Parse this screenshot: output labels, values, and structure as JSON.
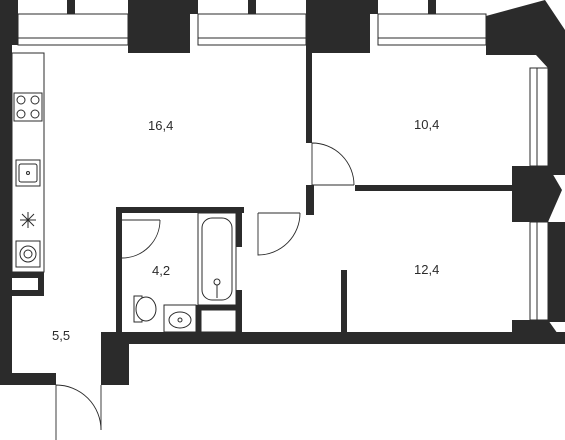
{
  "plan": {
    "rooms": [
      {
        "id": "living-kitchen",
        "area": "16,4"
      },
      {
        "id": "bedroom-top",
        "area": "10,4"
      },
      {
        "id": "bedroom-bottom",
        "area": "12,4"
      },
      {
        "id": "bathroom",
        "area": "4,2"
      },
      {
        "id": "hallway",
        "area": "5,5"
      }
    ],
    "colors": {
      "wall": "#2b2b2b",
      "background": "#ffffff"
    },
    "icons": [
      "stove-icon",
      "sink-icon",
      "extractor-icon",
      "washing-machine-icon",
      "bathtub-icon",
      "toilet-icon",
      "washbasin-icon"
    ]
  }
}
